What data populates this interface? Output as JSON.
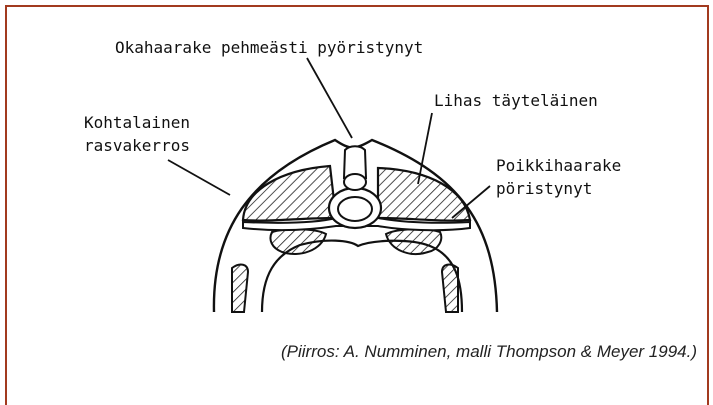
{
  "diagram": {
    "labels": {
      "top": "Okahaarake pehmeästi pyöristynyt",
      "left_line1": "Kohtalainen",
      "left_line2": "rasvakerros",
      "right_top": "Lihas täyteläinen",
      "right_line1": "Poikkihaarake",
      "right_line2": "pöristynyt"
    }
  },
  "caption": "(Piirros: A. Numminen, malli Thompson & Meyer 1994.)"
}
